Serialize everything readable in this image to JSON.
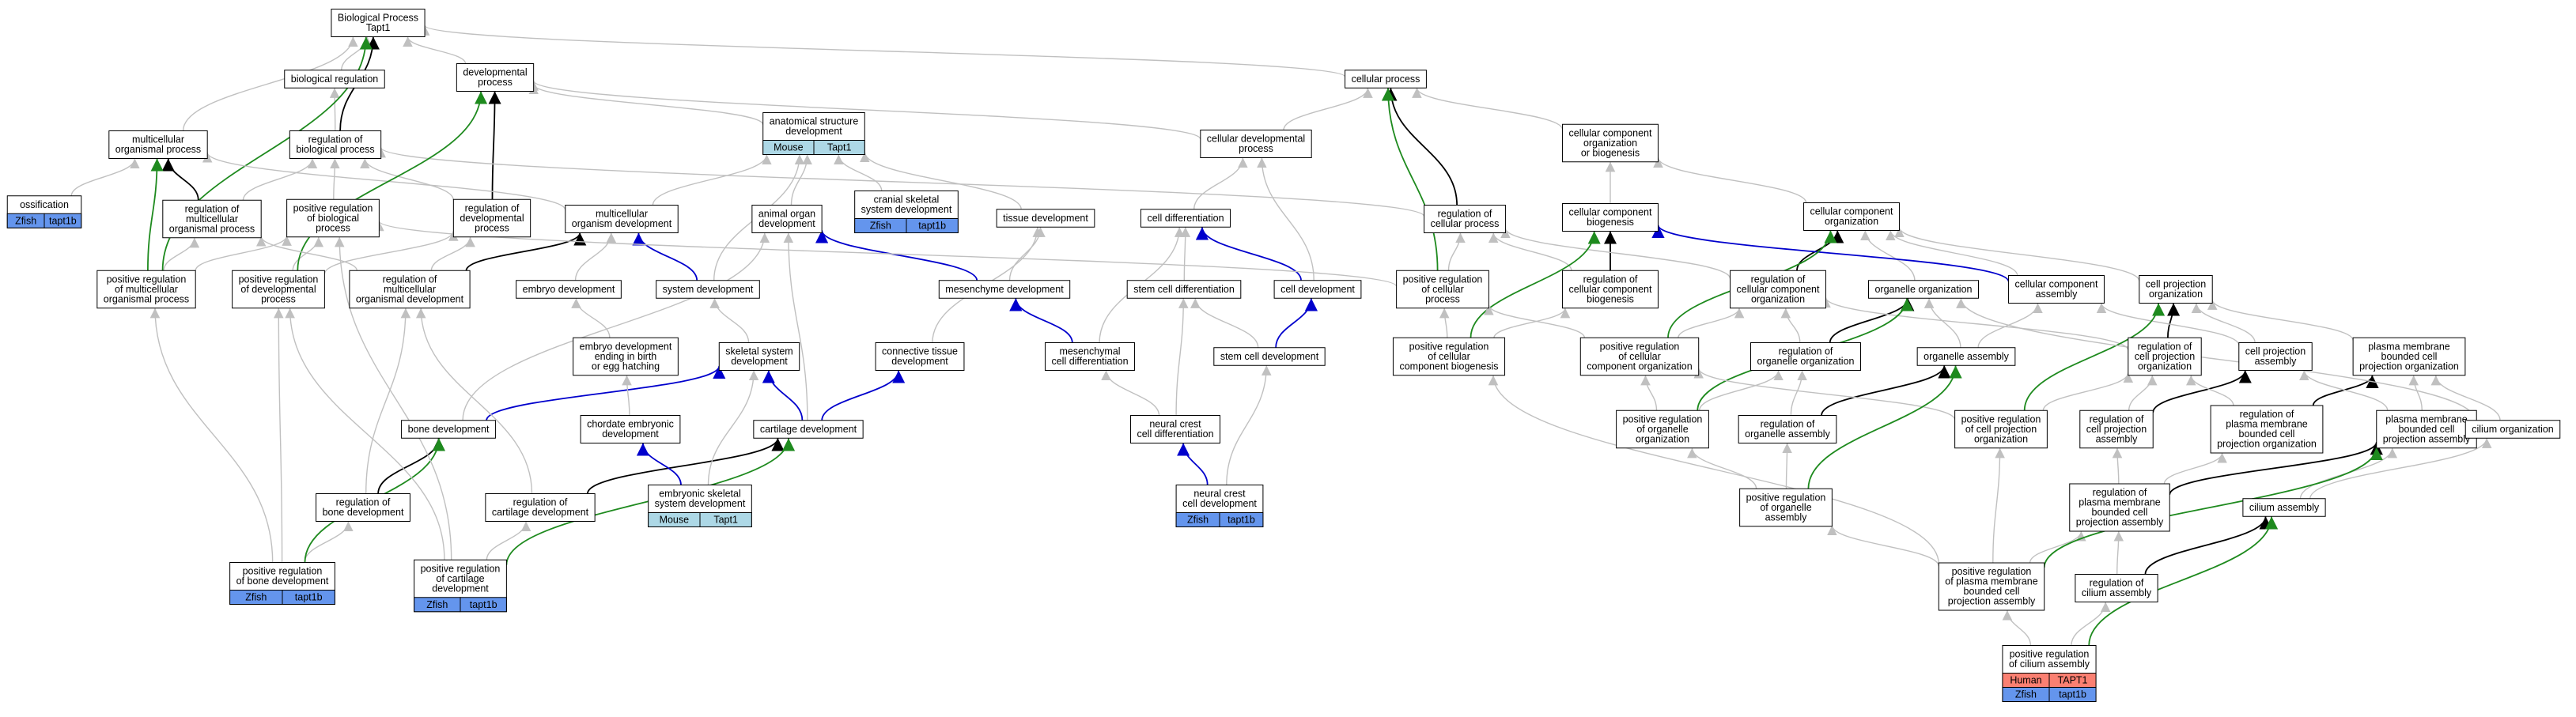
{
  "colors": {
    "gray": "#c0c0c0",
    "black": "#000000",
    "green": "#1e8a1e",
    "blue": "#0000cc",
    "species_light": "#add8e6",
    "species_blue": "#6495ed",
    "species_red": "#fa8072"
  },
  "nodes": [
    {
      "id": "bp",
      "lines": [
        "Biological Process",
        "Tapt1"
      ]
    },
    {
      "id": "breg",
      "lines": [
        "biological regulation"
      ]
    },
    {
      "id": "devproc",
      "lines": [
        "developmental",
        "process"
      ]
    },
    {
      "id": "cellproc",
      "lines": [
        "cellular process"
      ]
    },
    {
      "id": "multiorg",
      "lines": [
        "multicellular",
        "organismal process"
      ]
    },
    {
      "id": "regbp",
      "lines": [
        "regulation of",
        "biological process"
      ]
    },
    {
      "id": "asd",
      "lines": [
        "anatomical structure",
        "development"
      ],
      "species": [
        {
          "label": "Mouse",
          "color": "light"
        },
        {
          "label": "Tapt1",
          "color": "light"
        }
      ]
    },
    {
      "id": "celldevproc",
      "lines": [
        "cellular developmental",
        "process"
      ]
    },
    {
      "id": "ccob",
      "lines": [
        "cellular component",
        "organization",
        "or biogenesis"
      ]
    },
    {
      "id": "ossification",
      "lines": [
        "ossification"
      ],
      "species": [
        {
          "label": "Zfish",
          "color": "blue"
        },
        {
          "label": "tapt1b",
          "color": "blue"
        }
      ]
    },
    {
      "id": "regmulti",
      "lines": [
        "regulation of",
        "multicellular",
        "organismal process"
      ]
    },
    {
      "id": "posregbp",
      "lines": [
        "positive regulation",
        "of biological",
        "process"
      ]
    },
    {
      "id": "regdevproc",
      "lines": [
        "regulation of",
        "developmental",
        "process"
      ]
    },
    {
      "id": "multidev",
      "lines": [
        "multicellular",
        "organism development"
      ]
    },
    {
      "id": "aod",
      "lines": [
        "animal organ",
        "development"
      ]
    },
    {
      "id": "csd",
      "lines": [
        "cranial skeletal",
        "system development"
      ],
      "species": [
        {
          "label": "Zfish",
          "color": "blue"
        },
        {
          "label": "tapt1b",
          "color": "blue"
        }
      ]
    },
    {
      "id": "tissue",
      "lines": [
        "tissue development"
      ]
    },
    {
      "id": "celldiff",
      "lines": [
        "cell differentiation"
      ]
    },
    {
      "id": "regcellproc",
      "lines": [
        "regulation of",
        "cellular process"
      ]
    },
    {
      "id": "ccbio",
      "lines": [
        "cellular component",
        "biogenesis"
      ]
    },
    {
      "id": "ccorg",
      "lines": [
        "cellular component",
        "organization"
      ]
    },
    {
      "id": "posregmulti",
      "lines": [
        "positive regulation",
        "of multicellular",
        "organismal process"
      ]
    },
    {
      "id": "posregdev",
      "lines": [
        "positive regulation",
        "of developmental",
        "process"
      ]
    },
    {
      "id": "regmultidev",
      "lines": [
        "regulation of",
        "multicellular",
        "organismal development"
      ]
    },
    {
      "id": "embryodev",
      "lines": [
        "embryo development"
      ]
    },
    {
      "id": "sysdev",
      "lines": [
        "system development"
      ]
    },
    {
      "id": "mesdev",
      "lines": [
        "mesenchyme development"
      ]
    },
    {
      "id": "stemdiff",
      "lines": [
        "stem cell differentiation"
      ]
    },
    {
      "id": "celldev",
      "lines": [
        "cell development"
      ]
    },
    {
      "id": "posregcellproc",
      "lines": [
        "positive regulation",
        "of cellular",
        "process"
      ]
    },
    {
      "id": "regccbio",
      "lines": [
        "regulation of",
        "cellular component",
        "biogenesis"
      ]
    },
    {
      "id": "regccorg",
      "lines": [
        "regulation of",
        "cellular component",
        "organization"
      ]
    },
    {
      "id": "organelleorg",
      "lines": [
        "organelle organization"
      ]
    },
    {
      "id": "ccassembly",
      "lines": [
        "cellular component",
        "assembly"
      ]
    },
    {
      "id": "cellproj",
      "lines": [
        "cell projection",
        "organization"
      ]
    },
    {
      "id": "embryobirth",
      "lines": [
        "embryo development",
        "ending in birth",
        "or egg hatching"
      ]
    },
    {
      "id": "skeletal",
      "lines": [
        "skeletal system",
        "development"
      ]
    },
    {
      "id": "connective",
      "lines": [
        "connective tissue",
        "development"
      ]
    },
    {
      "id": "mesdiff",
      "lines": [
        "mesenchymal",
        "cell differentiation"
      ]
    },
    {
      "id": "stemdev",
      "lines": [
        "stem cell development"
      ]
    },
    {
      "id": "posregccbio",
      "lines": [
        "positive regulation",
        "of cellular",
        "component biogenesis"
      ]
    },
    {
      "id": "posregccorg",
      "lines": [
        "positive regulation",
        "of cellular",
        "component organization"
      ]
    },
    {
      "id": "regorgorg",
      "lines": [
        "regulation of",
        "organelle organization"
      ]
    },
    {
      "id": "organelleasm",
      "lines": [
        "organelle assembly"
      ]
    },
    {
      "id": "regcellproj",
      "lines": [
        "regulation of",
        "cell projection",
        "organization"
      ]
    },
    {
      "id": "cellprojasm",
      "lines": [
        "cell projection",
        "assembly"
      ]
    },
    {
      "id": "pmbcpo",
      "lines": [
        "plasma membrane",
        "bounded cell",
        "projection organization"
      ]
    },
    {
      "id": "bonedev",
      "lines": [
        "bone development"
      ]
    },
    {
      "id": "chordate",
      "lines": [
        "chordate embryonic",
        "development"
      ]
    },
    {
      "id": "cartdev",
      "lines": [
        "cartilage development"
      ]
    },
    {
      "id": "ncdiff",
      "lines": [
        "neural crest",
        "cell differentiation"
      ]
    },
    {
      "id": "posregorgorg",
      "lines": [
        "positive regulation",
        "of organelle",
        "organization"
      ]
    },
    {
      "id": "regorgasm",
      "lines": [
        "regulation of",
        "organelle assembly"
      ]
    },
    {
      "id": "posregcellproj",
      "lines": [
        "positive regulation",
        "of cell projection",
        "organization"
      ]
    },
    {
      "id": "regcellprojasm",
      "lines": [
        "regulation of",
        "cell projection",
        "assembly"
      ]
    },
    {
      "id": "regpmbcpo",
      "lines": [
        "regulation of",
        "plasma membrane",
        "bounded cell",
        "projection organization"
      ]
    },
    {
      "id": "pmbcpa",
      "lines": [
        "plasma membrane",
        "bounded cell",
        "projection assembly"
      ]
    },
    {
      "id": "ciliumorg",
      "lines": [
        "cilium organization"
      ]
    },
    {
      "id": "regbone",
      "lines": [
        "regulation of",
        "bone development"
      ]
    },
    {
      "id": "regcart",
      "lines": [
        "regulation of",
        "cartilage development"
      ]
    },
    {
      "id": "essd",
      "lines": [
        "embryonic skeletal",
        "system development"
      ],
      "species": [
        {
          "label": "Mouse",
          "color": "light"
        },
        {
          "label": "Tapt1",
          "color": "light"
        }
      ]
    },
    {
      "id": "ncdev",
      "lines": [
        "neural crest",
        "cell development"
      ],
      "species": [
        {
          "label": "Zfish",
          "color": "blue"
        },
        {
          "label": "tapt1b",
          "color": "blue"
        }
      ]
    },
    {
      "id": "posregorgasm",
      "lines": [
        "positive regulation",
        "of organelle",
        "assembly"
      ]
    },
    {
      "id": "regpmbcpa",
      "lines": [
        "regulation of",
        "plasma membrane",
        "bounded cell",
        "projection assembly"
      ]
    },
    {
      "id": "ciliumasm",
      "lines": [
        "cilium assembly"
      ]
    },
    {
      "id": "posregbone",
      "lines": [
        "positive regulation",
        "of bone development"
      ],
      "species": [
        {
          "label": "Zfish",
          "color": "blue"
        },
        {
          "label": "tapt1b",
          "color": "blue"
        }
      ]
    },
    {
      "id": "posregcart",
      "lines": [
        "positive regulation",
        "of cartilage",
        "development"
      ],
      "species": [
        {
          "label": "Zfish",
          "color": "blue"
        },
        {
          "label": "tapt1b",
          "color": "blue"
        }
      ]
    },
    {
      "id": "posregpmbcpa",
      "lines": [
        "positive regulation",
        "of plasma membrane",
        "bounded cell",
        "projection assembly"
      ]
    },
    {
      "id": "regcilasm",
      "lines": [
        "regulation of",
        "cilium assembly"
      ]
    },
    {
      "id": "posregcilasm",
      "lines": [
        "positive regulation",
        "of cilium assembly"
      ],
      "species": [
        {
          "label": "Human",
          "color": "red"
        },
        {
          "label": "TAPT1",
          "color": "red"
        },
        {
          "label": "Zfish",
          "color": "blue"
        },
        {
          "label": "tapt1b",
          "color": "blue"
        }
      ]
    }
  ],
  "edges": [
    [
      "breg",
      "bp",
      "gray"
    ],
    [
      "devproc",
      "bp",
      "gray"
    ],
    [
      "cellproc",
      "bp",
      "gray"
    ],
    [
      "multiorg",
      "bp",
      "gray"
    ],
    [
      "regbp",
      "bp",
      "black"
    ],
    [
      "regbp",
      "breg",
      "gray"
    ],
    [
      "posregmulti",
      "bp",
      "green"
    ],
    [
      "asd",
      "devproc",
      "gray"
    ],
    [
      "celldevproc",
      "devproc",
      "gray"
    ],
    [
      "celldevproc",
      "cellproc",
      "gray"
    ],
    [
      "ccob",
      "cellproc",
      "gray"
    ],
    [
      "regmulti",
      "multiorg",
      "black"
    ],
    [
      "regmulti",
      "regbp",
      "gray"
    ],
    [
      "posregbp",
      "regbp",
      "gray"
    ],
    [
      "regdevproc",
      "regbp",
      "gray"
    ],
    [
      "regdevproc",
      "devproc",
      "black"
    ],
    [
      "ossification",
      "multiorg",
      "gray"
    ],
    [
      "multidev",
      "multiorg",
      "gray"
    ],
    [
      "multidev",
      "asd",
      "gray"
    ],
    [
      "aod",
      "asd",
      "gray"
    ],
    [
      "csd",
      "asd",
      "gray"
    ],
    [
      "tissue",
      "asd",
      "gray"
    ],
    [
      "celldiff",
      "celldevproc",
      "gray"
    ],
    [
      "regcellproc",
      "cellproc",
      "black"
    ],
    [
      "regcellproc",
      "regbp",
      "gray"
    ],
    [
      "ccbio",
      "ccob",
      "gray"
    ],
    [
      "ccorg",
      "ccob",
      "gray"
    ],
    [
      "posregmulti",
      "regmulti",
      "gray"
    ],
    [
      "posregmulti",
      "multiorg",
      "green"
    ],
    [
      "posregmulti",
      "posregbp",
      "gray"
    ],
    [
      "posregdev",
      "posregbp",
      "gray"
    ],
    [
      "posregdev",
      "regdevproc",
      "gray"
    ],
    [
      "posregdev",
      "devproc",
      "green"
    ],
    [
      "regmultidev",
      "multidev",
      "black"
    ],
    [
      "regmultidev",
      "regmulti",
      "gray"
    ],
    [
      "regmultidev",
      "regdevproc",
      "gray"
    ],
    [
      "embryodev",
      "multidev",
      "gray"
    ],
    [
      "sysdev",
      "multidev",
      "blue"
    ],
    [
      "sysdev",
      "asd",
      "gray"
    ],
    [
      "mesdev",
      "tissue",
      "gray"
    ],
    [
      "mesdev",
      "aod",
      "blue"
    ],
    [
      "stemdiff",
      "celldiff",
      "gray"
    ],
    [
      "celldev",
      "celldiff",
      "blue"
    ],
    [
      "celldev",
      "celldevproc",
      "gray"
    ],
    [
      "posregcellproc",
      "regcellproc",
      "gray"
    ],
    [
      "posregcellproc",
      "cellproc",
      "green"
    ],
    [
      "posregcellproc",
      "posregbp",
      "gray"
    ],
    [
      "regccbio",
      "ccbio",
      "black"
    ],
    [
      "regccbio",
      "regcellproc",
      "gray"
    ],
    [
      "regccorg",
      "ccorg",
      "black"
    ],
    [
      "regccorg",
      "regcellproc",
      "gray"
    ],
    [
      "organelleorg",
      "ccorg",
      "gray"
    ],
    [
      "ccassembly",
      "ccbio",
      "blue"
    ],
    [
      "ccassembly",
      "ccorg",
      "gray"
    ],
    [
      "cellproj",
      "ccorg",
      "gray"
    ],
    [
      "embryobirth",
      "embryodev",
      "gray"
    ],
    [
      "skeletal",
      "sysdev",
      "gray"
    ],
    [
      "connective",
      "tissue",
      "gray"
    ],
    [
      "mesdiff",
      "mesdev",
      "blue"
    ],
    [
      "mesdiff",
      "celldiff",
      "gray"
    ],
    [
      "stemdev",
      "stemdiff",
      "gray"
    ],
    [
      "stemdev",
      "celldev",
      "blue"
    ],
    [
      "posregccbio",
      "regccbio",
      "gray"
    ],
    [
      "posregccbio",
      "ccbio",
      "green"
    ],
    [
      "posregccbio",
      "posregcellproc",
      "gray"
    ],
    [
      "posregccorg",
      "regccorg",
      "gray"
    ],
    [
      "posregccorg",
      "ccorg",
      "green"
    ],
    [
      "posregccorg",
      "posregcellproc",
      "gray"
    ],
    [
      "regorgorg",
      "organelleorg",
      "black"
    ],
    [
      "regorgorg",
      "regccorg",
      "gray"
    ],
    [
      "organelleasm",
      "organelleorg",
      "gray"
    ],
    [
      "organelleasm",
      "ccassembly",
      "gray"
    ],
    [
      "regcellproj",
      "cellproj",
      "black"
    ],
    [
      "regcellproj",
      "regccorg",
      "gray"
    ],
    [
      "cellprojasm",
      "cellproj",
      "gray"
    ],
    [
      "cellprojasm",
      "ccassembly",
      "gray"
    ],
    [
      "pmbcpo",
      "cellproj",
      "gray"
    ],
    [
      "bonedev",
      "skeletal",
      "blue"
    ],
    [
      "bonedev",
      "aod",
      "gray"
    ],
    [
      "chordate",
      "embryobirth",
      "gray"
    ],
    [
      "cartdev",
      "skeletal",
      "blue"
    ],
    [
      "cartdev",
      "connective",
      "blue"
    ],
    [
      "cartdev",
      "aod",
      "gray"
    ],
    [
      "ncdiff",
      "stemdiff",
      "gray"
    ],
    [
      "ncdiff",
      "mesdiff",
      "gray"
    ],
    [
      "posregorgorg",
      "regorgorg",
      "gray"
    ],
    [
      "posregorgorg",
      "posregccorg",
      "gray"
    ],
    [
      "posregorgorg",
      "organelleorg",
      "green"
    ],
    [
      "regorgasm",
      "organelleasm",
      "black"
    ],
    [
      "regorgasm",
      "regorgorg",
      "gray"
    ],
    [
      "posregcellproj",
      "regcellproj",
      "gray"
    ],
    [
      "posregcellproj",
      "cellproj",
      "green"
    ],
    [
      "posregcellproj",
      "posregccorg",
      "gray"
    ],
    [
      "regcellprojasm",
      "cellprojasm",
      "black"
    ],
    [
      "regcellprojasm",
      "regcellproj",
      "gray"
    ],
    [
      "regpmbcpo",
      "pmbcpo",
      "black"
    ],
    [
      "regpmbcpo",
      "regcellproj",
      "gray"
    ],
    [
      "pmbcpa",
      "pmbcpo",
      "gray"
    ],
    [
      "pmbcpa",
      "cellprojasm",
      "gray"
    ],
    [
      "ciliumorg",
      "pmbcpo",
      "gray"
    ],
    [
      "ciliumorg",
      "organelleorg",
      "gray"
    ],
    [
      "regbone",
      "bonedev",
      "black"
    ],
    [
      "regbone",
      "regmultidev",
      "gray"
    ],
    [
      "regcart",
      "cartdev",
      "black"
    ],
    [
      "regcart",
      "regmultidev",
      "gray"
    ],
    [
      "essd",
      "skeletal",
      "gray"
    ],
    [
      "essd",
      "chordate",
      "blue"
    ],
    [
      "ncdev",
      "ncdiff",
      "blue"
    ],
    [
      "ncdev",
      "stemdev",
      "gray"
    ],
    [
      "posregorgasm",
      "regorgasm",
      "gray"
    ],
    [
      "posregorgasm",
      "posregorgorg",
      "gray"
    ],
    [
      "posregorgasm",
      "organelleasm",
      "green"
    ],
    [
      "regpmbcpa",
      "pmbcpa",
      "black"
    ],
    [
      "regpmbcpa",
      "regcellprojasm",
      "gray"
    ],
    [
      "regpmbcpa",
      "regpmbcpo",
      "gray"
    ],
    [
      "ciliumasm",
      "pmbcpa",
      "gray"
    ],
    [
      "ciliumasm",
      "ciliumorg",
      "gray"
    ],
    [
      "posregbone",
      "regbone",
      "gray"
    ],
    [
      "posregbone",
      "bonedev",
      "green"
    ],
    [
      "posregbone",
      "posregmulti",
      "gray"
    ],
    [
      "posregbone",
      "posregdev",
      "gray"
    ],
    [
      "posregcart",
      "regcart",
      "gray"
    ],
    [
      "posregcart",
      "cartdev",
      "green"
    ],
    [
      "posregcart",
      "posregdev",
      "gray"
    ],
    [
      "posregcart",
      "posregbp",
      "gray"
    ],
    [
      "posregpmbcpa",
      "regpmbcpa",
      "gray"
    ],
    [
      "posregpmbcpa",
      "posregcellproj",
      "gray"
    ],
    [
      "posregpmbcpa",
      "pmbcpa",
      "green"
    ],
    [
      "posregpmbcpa",
      "posregorgasm",
      "gray"
    ],
    [
      "posregpmbcpa",
      "posregccbio",
      "gray"
    ],
    [
      "regcilasm",
      "ciliumasm",
      "black"
    ],
    [
      "regcilasm",
      "regpmbcpa",
      "gray"
    ],
    [
      "posregcilasm",
      "regcilasm",
      "gray"
    ],
    [
      "posregcilasm",
      "posregpmbcpa",
      "gray"
    ],
    [
      "posregcilasm",
      "ciliumasm",
      "green"
    ]
  ]
}
